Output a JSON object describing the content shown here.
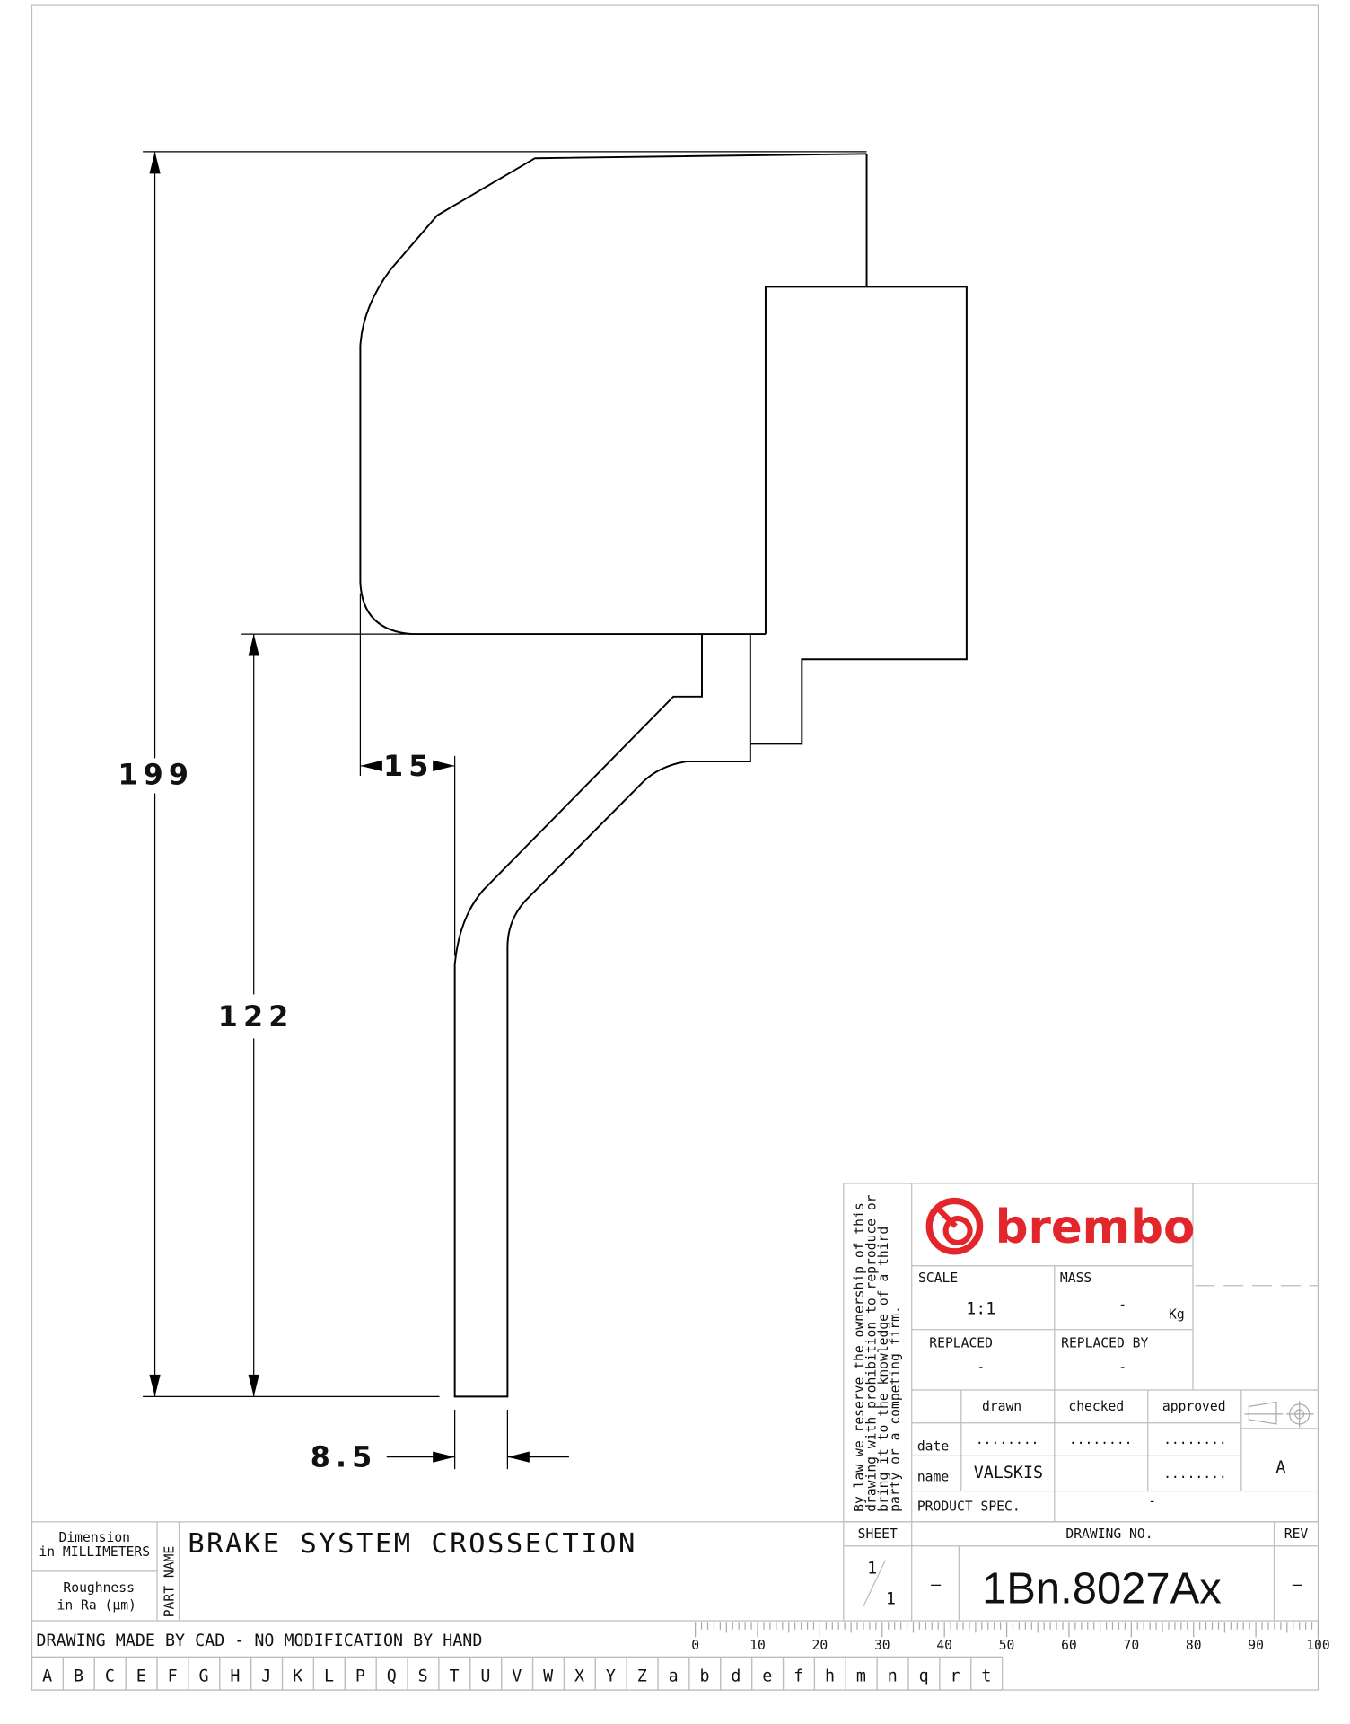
{
  "dimensions": {
    "overall_height": "199",
    "lower_height": "122",
    "offset": "15",
    "thickness": "8.5"
  },
  "brand": {
    "name": "brembo",
    "color": "#e3262c"
  },
  "legal_note": [
    "By law we reserve the ownership of this",
    "drawing with prohibition to reproduce or",
    "bring it to the knowledge of a third",
    "party or a competing firm."
  ],
  "title_block": {
    "scale_label": "SCALE",
    "scale_value": "1:1",
    "mass_label": "MASS",
    "mass_value": "-",
    "mass_unit": "Kg",
    "replaced_label": "REPLACED",
    "replaced_value": "-",
    "replaced_by_label": "REPLACED BY",
    "replaced_by_value": "-",
    "drawn_label": "drawn",
    "checked_label": "checked",
    "approved_label": "approved",
    "date_label": "date",
    "name_label": "name",
    "dots": "........",
    "drawn_name": "VALSKIS",
    "product_spec_label": "PRODUCT SPEC.",
    "product_spec_value": "-",
    "format": "A"
  },
  "bottom": {
    "dimension_label": [
      "Dimension",
      "in MILLIMETERS"
    ],
    "roughness_label": [
      "Roughness",
      "in Ra (µm)"
    ],
    "part_name_label": "PART NAME",
    "part_name": "BRAKE SYSTEM CROSSECTION",
    "sheet_label": "SHEET",
    "sheet_num": "1",
    "sheet_total": "1",
    "sheet_dash": "—",
    "drawing_no_label": "DRAWING NO.",
    "drawing_no": "1Bn.8027Ax",
    "rev_label": "REV",
    "rev_value": "—",
    "cad_note": "DRAWING MADE BY CAD - NO MODIFICATION BY HAND",
    "ruler_labels": [
      "0",
      "10",
      "20",
      "30",
      "40",
      "50",
      "60",
      "70",
      "80",
      "90",
      "100"
    ],
    "letters": [
      "A",
      "B",
      "C",
      "E",
      "F",
      "G",
      "H",
      "J",
      "K",
      "L",
      "P",
      "Q",
      "S",
      "T",
      "U",
      "V",
      "W",
      "X",
      "Y",
      "Z",
      "a",
      "b",
      "d",
      "e",
      "f",
      "h",
      "m",
      "n",
      "q",
      "r",
      "t"
    ]
  }
}
